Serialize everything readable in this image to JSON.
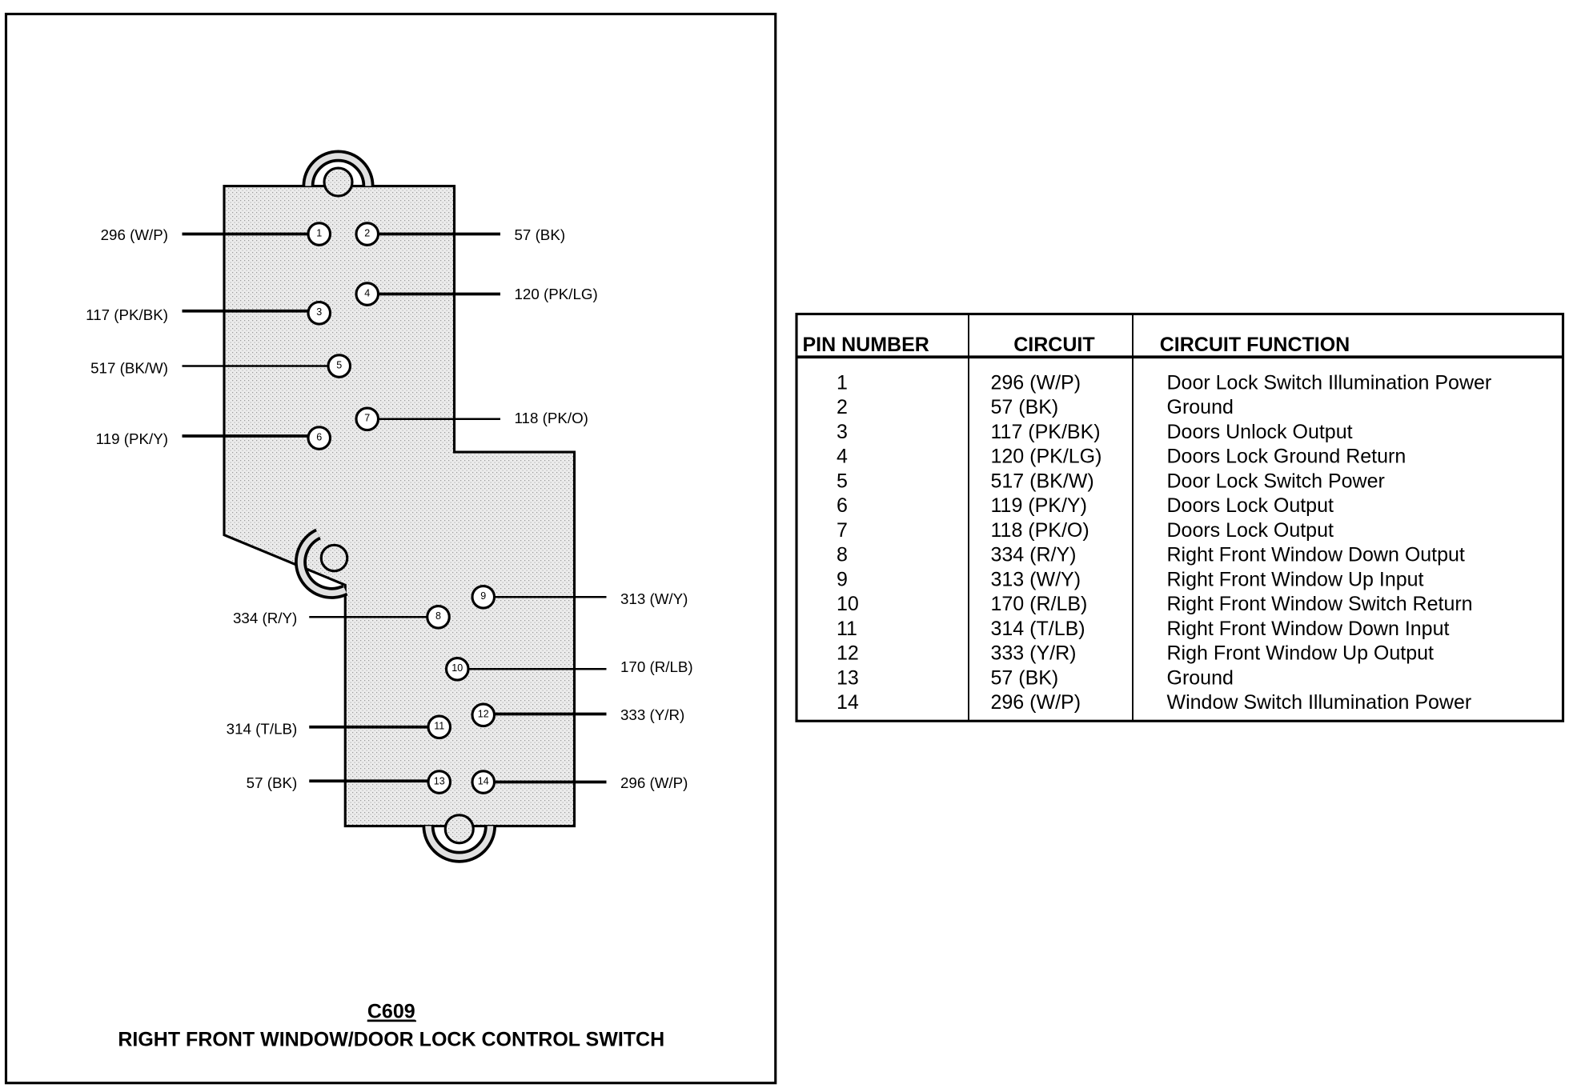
{
  "connector": {
    "id": "C609",
    "title": "RIGHT FRONT WINDOW/DOOR LOCK CONTROL SWITCH",
    "pins": [
      {
        "pin": "1",
        "label": "296 (W/P)",
        "side": "left"
      },
      {
        "pin": "2",
        "label": "57 (BK)",
        "side": "right"
      },
      {
        "pin": "3",
        "label": "117 (PK/BK)",
        "side": "left"
      },
      {
        "pin": "4",
        "label": "120 (PK/LG)",
        "side": "right"
      },
      {
        "pin": "5",
        "label": "517 (BK/W)",
        "side": "left"
      },
      {
        "pin": "6",
        "label": "119 (PK/Y)",
        "side": "left"
      },
      {
        "pin": "7",
        "label": "118 (PK/O)",
        "side": "right"
      },
      {
        "pin": "8",
        "label": "334  (R/Y)",
        "side": "left"
      },
      {
        "pin": "9",
        "label": "313 (W/Y)",
        "side": "right"
      },
      {
        "pin": "10",
        "label": "170 (R/LB)",
        "side": "right"
      },
      {
        "pin": "11",
        "label": "314  (T/LB)",
        "side": "left"
      },
      {
        "pin": "12",
        "label": "333 (Y/R)",
        "side": "right"
      },
      {
        "pin": "13",
        "label": "57  (BK)",
        "side": "left"
      },
      {
        "pin": "14",
        "label": "296 (W/P)",
        "side": "right"
      }
    ]
  },
  "table": {
    "headers": [
      "PIN NUMBER",
      "CIRCUIT",
      "CIRCUIT FUNCTION"
    ],
    "rows": [
      [
        "1",
        "296 (W/P)",
        "Door Lock Switch Illumination Power"
      ],
      [
        "2",
        "57 (BK)",
        "Ground"
      ],
      [
        "3",
        "117 (PK/BK)",
        "Doors Unlock Output"
      ],
      [
        "4",
        "120 (PK/LG)",
        "Doors Lock Ground Return"
      ],
      [
        "5",
        "517 (BK/W)",
        "Door Lock Switch Power"
      ],
      [
        "6",
        "119 (PK/Y)",
        "Doors Lock Output"
      ],
      [
        "7",
        "118 (PK/O)",
        "Doors Lock Output"
      ],
      [
        "8",
        "334 (R/Y)",
        "Right Front Window Down Output"
      ],
      [
        "9",
        "313 (W/Y)",
        "Right Front Window Up Input"
      ],
      [
        "10",
        "170 (R/LB)",
        "Right Front Window Switch Return"
      ],
      [
        "11",
        "314 (T/LB)",
        "Right Front Window Down Input"
      ],
      [
        "12",
        "333 (Y/R)",
        "Righ Front Window Up Output"
      ],
      [
        "13",
        "57 (BK)",
        "Ground"
      ],
      [
        "14",
        "296 (W/P)",
        "Window Switch Illumination Power"
      ]
    ]
  }
}
